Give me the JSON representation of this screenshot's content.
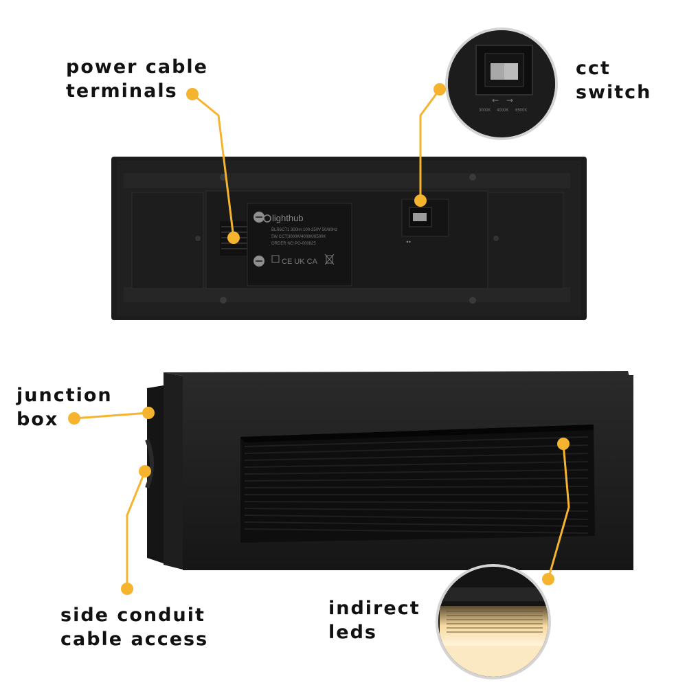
{
  "callouts": {
    "power_terminals": {
      "line1": "power cable",
      "line2": "terminals"
    },
    "cct_switch": {
      "line1": "cct",
      "line2": "switch"
    },
    "junction_box": {
      "line1": "junction",
      "line2": "box"
    },
    "side_conduit": {
      "line1": "side conduit",
      "line2": "cable access"
    },
    "indirect_leds": {
      "line1": "indirect",
      "line2": "leds"
    }
  },
  "product_label": {
    "brand": "lighthub",
    "line1": "BLR6CT1 300lm 100-250V 50/60Hz",
    "line2": "5W CCT:3000K/4000K/6500K",
    "line3": "ORDER NO:PO-000825",
    "marks": "CE UK CA"
  },
  "switch_label": {
    "k1": "3000K",
    "k2": "4000K",
    "k3": "6500K"
  },
  "colors": {
    "accent": "#F5B32E",
    "body": "#1b1b1b",
    "text": "#111111",
    "ring": "#c8c8c8"
  },
  "icons": [
    "arrow-left-icon",
    "arrow-right-icon",
    "screw-icon",
    "weee-bin-icon"
  ]
}
